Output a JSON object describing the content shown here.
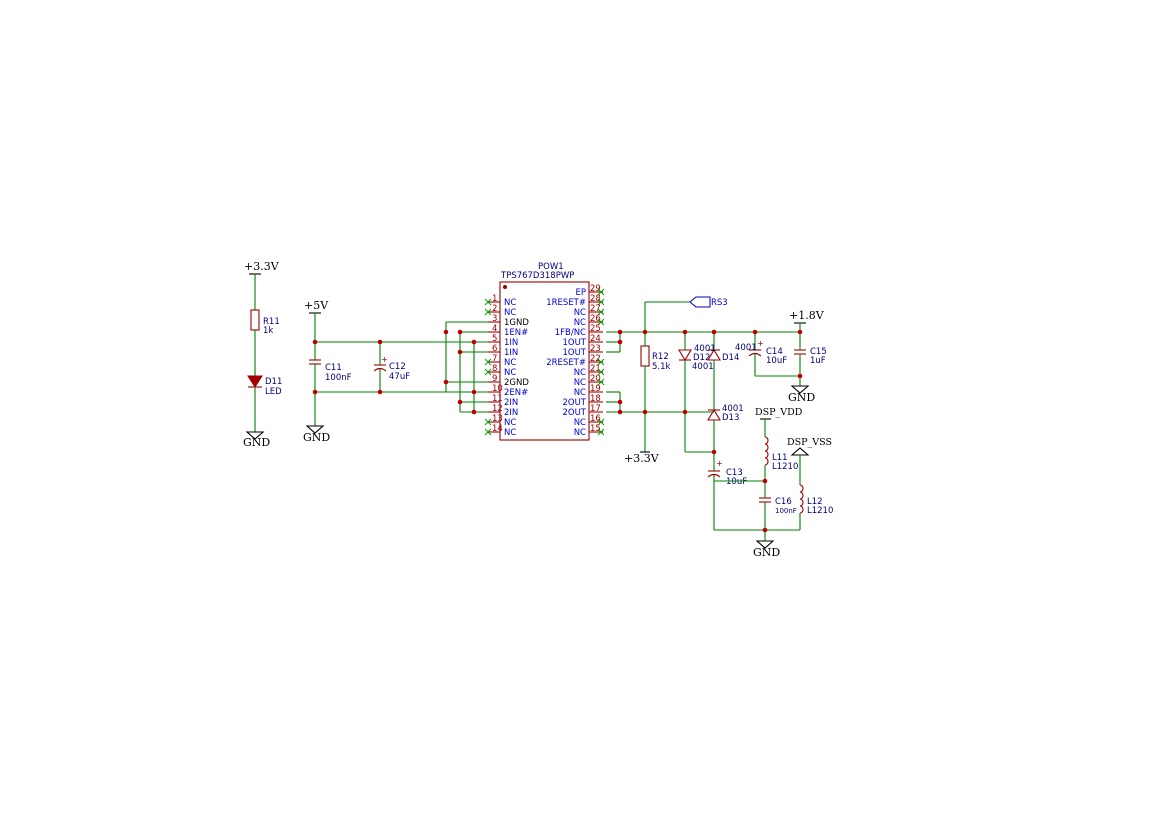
{
  "ic": {
    "ref": "POW1",
    "value": "TPS767D318PWP",
    "left_pins": [
      {
        "num": "1",
        "name": "NC",
        "nc": true
      },
      {
        "num": "2",
        "name": "NC",
        "nc": true
      },
      {
        "num": "3",
        "name": "1GND",
        "nc": false
      },
      {
        "num": "4",
        "name": "1EN#",
        "nc": false
      },
      {
        "num": "5",
        "name": "1IN",
        "nc": false
      },
      {
        "num": "6",
        "name": "1IN",
        "nc": false
      },
      {
        "num": "7",
        "name": "NC",
        "nc": true
      },
      {
        "num": "8",
        "name": "NC",
        "nc": true
      },
      {
        "num": "9",
        "name": "2GND",
        "nc": false
      },
      {
        "num": "10",
        "name": "2EN#",
        "nc": false
      },
      {
        "num": "11",
        "name": "2IN",
        "nc": false
      },
      {
        "num": "12",
        "name": "2IN",
        "nc": false
      },
      {
        "num": "13",
        "name": "NC",
        "nc": true
      },
      {
        "num": "14",
        "name": "NC",
        "nc": true
      }
    ],
    "right_pins": [
      {
        "num": "29",
        "name": "EP",
        "nc": true
      },
      {
        "num": "28",
        "name": "1RESET#",
        "nc": true
      },
      {
        "num": "27",
        "name": "NC",
        "nc": true
      },
      {
        "num": "26",
        "name": "NC",
        "nc": true
      },
      {
        "num": "25",
        "name": "1FB/NC",
        "nc": false
      },
      {
        "num": "24",
        "name": "1OUT",
        "nc": false
      },
      {
        "num": "23",
        "name": "1OUT",
        "nc": false
      },
      {
        "num": "22",
        "name": "2RESET#",
        "nc": true
      },
      {
        "num": "21",
        "name": "NC",
        "nc": true
      },
      {
        "num": "20",
        "name": "NC",
        "nc": true
      },
      {
        "num": "19",
        "name": "NC",
        "nc": false
      },
      {
        "num": "18",
        "name": "2OUT",
        "nc": false
      },
      {
        "num": "17",
        "name": "2OUT",
        "nc": false
      },
      {
        "num": "16",
        "name": "NC",
        "nc": true
      },
      {
        "num": "15",
        "name": "NC",
        "nc": true
      }
    ]
  },
  "power": {
    "v33_top": "+3.3V",
    "v5": "+5V",
    "v18": "+1.8V",
    "v33_bottom": "+3.3V",
    "gnd": "GND"
  },
  "parts": {
    "r11": {
      "ref": "R11",
      "value": "1k"
    },
    "d11": {
      "ref": "D11",
      "value": "LED"
    },
    "c11": {
      "ref": "C11",
      "value": "100nF"
    },
    "c12": {
      "ref": "C12",
      "value": "47uF"
    },
    "r12": {
      "ref": "R12",
      "value": "5.1k"
    },
    "d12": {
      "ref": "D12",
      "value": "4001"
    },
    "d14": {
      "ref": "D14",
      "value": "4001"
    },
    "d13": {
      "ref": "D13",
      "value": "4001"
    },
    "c14": {
      "ref": "C14",
      "value": "10uF"
    },
    "c15": {
      "ref": "C15",
      "value": "1uF"
    },
    "c13": {
      "ref": "C13",
      "value": "10uF"
    },
    "c16": {
      "ref": "C16",
      "value": "100nF"
    },
    "l11": {
      "ref": "L11",
      "value": "L1210"
    },
    "l12": {
      "ref": "L12",
      "value": "L1210"
    }
  },
  "labels": {
    "rs3": "RS3",
    "dsp_vdd": "DSP_VDD",
    "dsp_vss": "DSP_VSS",
    "plus": "+"
  },
  "colors": {
    "wire": "#008000",
    "component": "#a00000",
    "pin_text": "#0000d0",
    "ref_text": "#000080",
    "junction": "#c00000"
  }
}
